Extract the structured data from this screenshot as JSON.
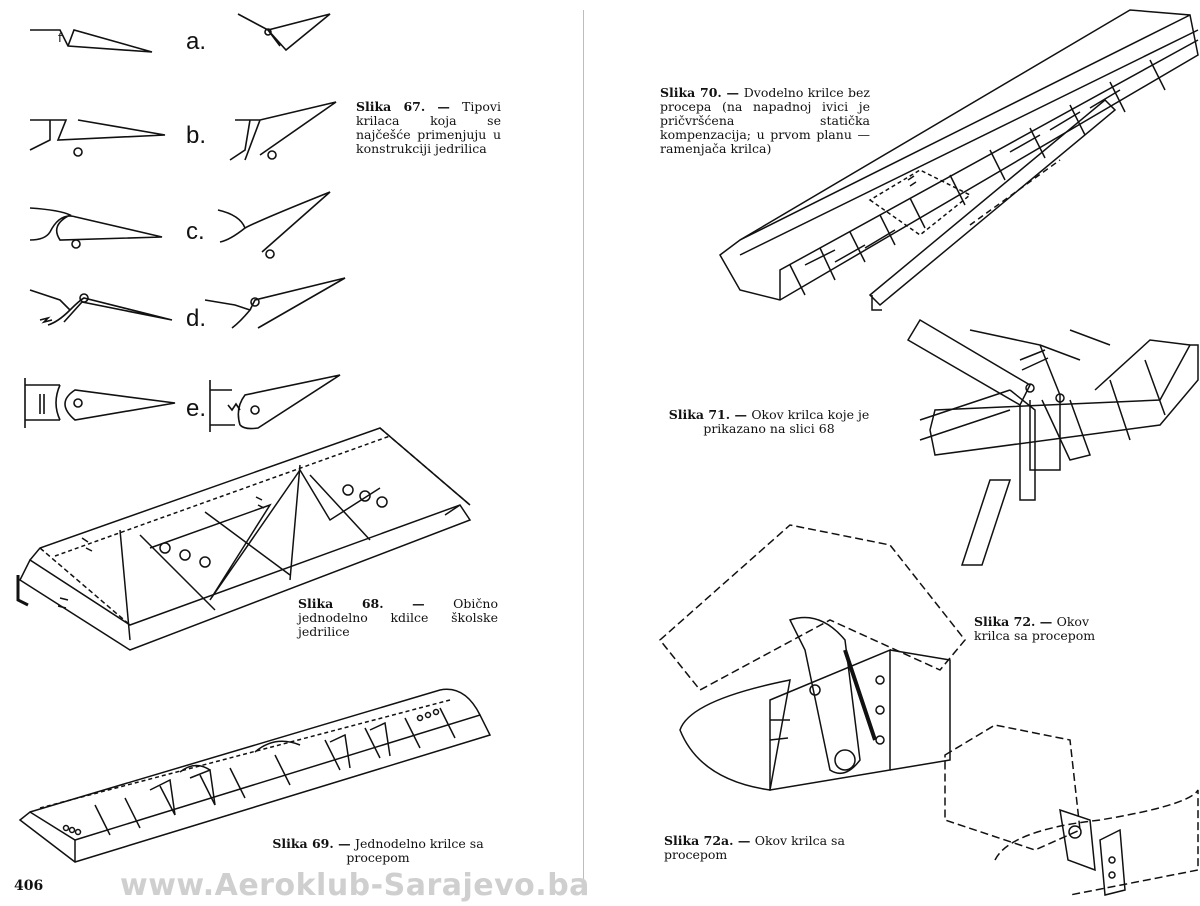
{
  "left_page": {
    "fig67": {
      "caption_number": "Slika 67. —",
      "caption_text": "Tipovi krilaca koja se najčešće primenjuju u konstrukciji jedrilica",
      "labels": [
        "a.",
        "b.",
        "c.",
        "d.",
        "e."
      ]
    },
    "fig68": {
      "caption_number": "Slika 68. —",
      "caption_text": "Obično jednodelno kdilce školske jedrilice"
    },
    "fig69": {
      "caption_number": "Slika 69. —",
      "caption_text": "Jednodelno krilce sa procepom"
    },
    "page_number": "406"
  },
  "right_page": {
    "fig70": {
      "caption_number": "Slika 70. —",
      "caption_text": "Dvodelno krilce bez procepa (na napadnoj ivici je pričvršćena statička kompenzacija; u prvom planu — ramenjača krilca)"
    },
    "fig71": {
      "caption_number": "Slika 71. —",
      "caption_text": "Okov krilca koje je prikazano na slici 68"
    },
    "fig72": {
      "caption_number": "Slika 72. —",
      "caption_text": "Okov krilca sa procepom"
    },
    "fig72a": {
      "caption_number": "Slika 72a. —",
      "caption_text": "Okov krilca sa procepom"
    }
  },
  "watermark": "www.Aeroklub-Sarajevo.ba"
}
